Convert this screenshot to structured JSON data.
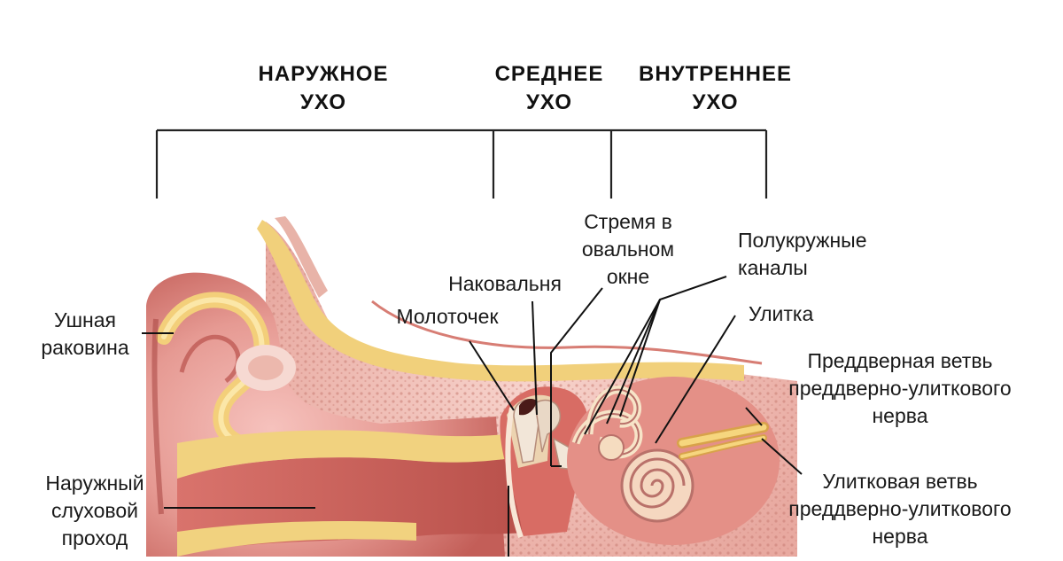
{
  "headers": {
    "outer": "НАРУЖНОЕ\nУХО",
    "middle": "СРЕДНЕЕ\nУХО",
    "inner": "ВНУТРЕННЕЕ\nУХО"
  },
  "labels": {
    "auricle": "Ушная\nраковина",
    "ear_canal": "Наружный\nслуховой\nпроход",
    "malleus": "Молоточек",
    "incus": "Наковальня",
    "stapes": "Стремя в\nовальном\nокне",
    "semicircular": "Полукружные\nканалы",
    "cochlea": "Улитка",
    "vestibular_branch": "Преддверная ветвь\nпреддверно-улиткового\nнерва",
    "cochlear_branch": "Улитковая ветвь\nпреддверно-улиткового\nнерва"
  },
  "colors": {
    "skin": "#e8a0a0",
    "skin_dark": "#c8605c",
    "cartilage": "#f2dc8a",
    "bone": "#f0c0b8",
    "nerve": "#f0c860"
  }
}
